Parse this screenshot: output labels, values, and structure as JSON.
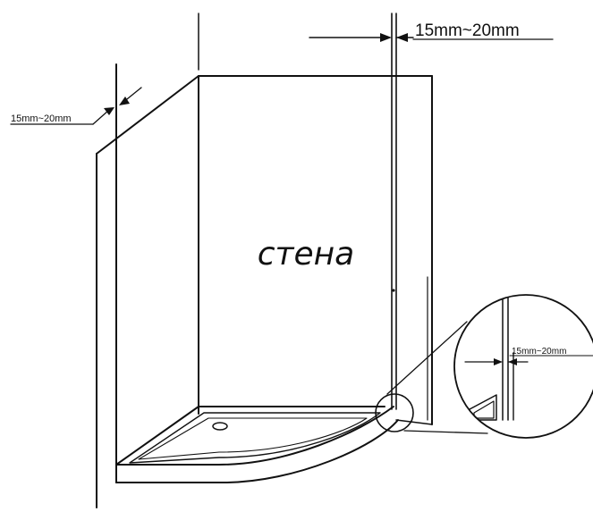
{
  "wall_label": "стена",
  "dimensions": {
    "top_right": "15mm~20mm",
    "top_left": "15mm~20mm",
    "detail": "15mm~20mm"
  },
  "colors": {
    "line": "#111111",
    "background": "#ffffff"
  }
}
